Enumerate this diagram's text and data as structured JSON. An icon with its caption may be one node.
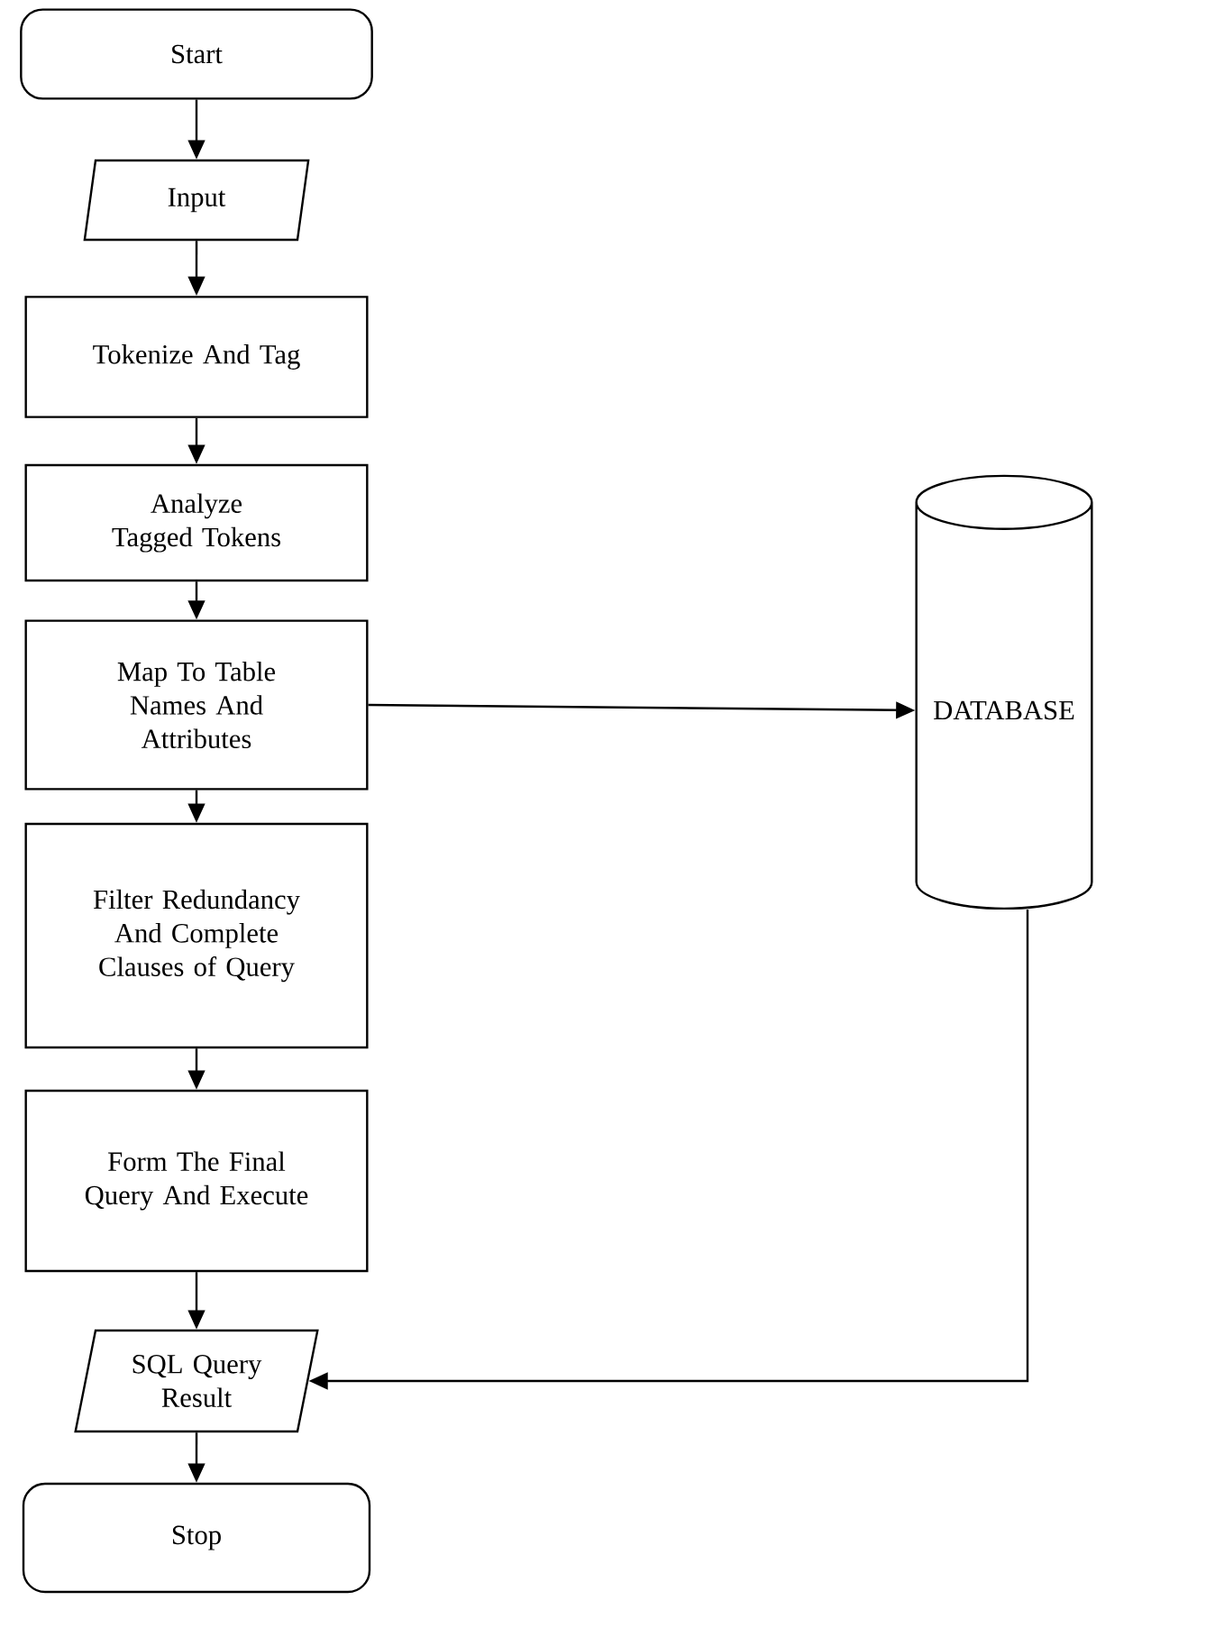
{
  "diagram": {
    "nodes": [
      {
        "text": [
          "Start"
        ]
      },
      {
        "text": [
          "Input"
        ]
      },
      {
        "text": [
          "Tokenize And Tag"
        ]
      },
      {
        "text": [
          "Analyze Tagged Tokens"
        ]
      },
      {
        "text": [
          "Map To Table Names And Attributes"
        ]
      },
      {
        "text": [
          "Filter Redundancy And Complete Clauses of Query"
        ]
      },
      {
        "text": [
          "Form The Final Query And Execute"
        ]
      },
      {
        "text": [
          "SQL Query Result"
        ]
      },
      {
        "text": [
          "Stop"
        ]
      },
      {
        "text": [
          "DATABASE"
        ]
      }
    ],
    "edges": [
      {
        "from": 0,
        "to": 1,
        "arrow": "to"
      },
      {
        "from": 1,
        "to": 2,
        "arrow": "to"
      },
      {
        "from": 2,
        "to": 3,
        "arrow": "to"
      },
      {
        "from": 3,
        "to": 4,
        "arrow": "to"
      },
      {
        "from": 4,
        "to": 5,
        "arrow": "to"
      },
      {
        "from": 5,
        "to": 6,
        "arrow": "to"
      },
      {
        "from": 6,
        "to": 7,
        "arrow": "to"
      },
      {
        "from": 7,
        "to": 8,
        "arrow": "to"
      },
      {
        "from": 4,
        "to": 9,
        "arrow": "to"
      },
      {
        "from": 9,
        "to": 7,
        "arrow": "to"
      }
    ]
  }
}
